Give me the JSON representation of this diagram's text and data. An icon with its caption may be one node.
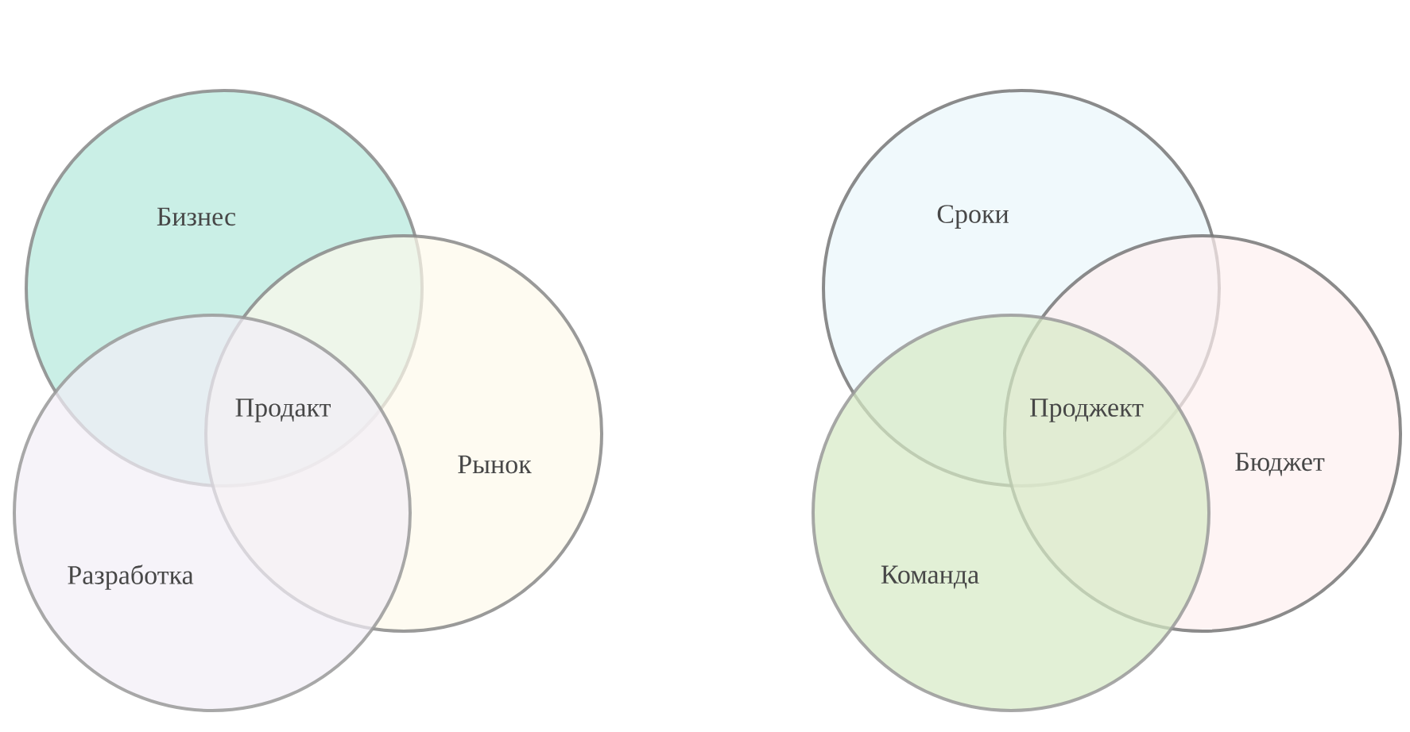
{
  "diagram": {
    "nodes": [
      {
        "text": [
          "Бизнес"
        ]
      },
      {
        "text": [
          "Рынок"
        ]
      },
      {
        "text": [
          "Разработка"
        ]
      },
      {
        "text": [
          "Сроки"
        ]
      },
      {
        "text": [
          "Бюджет"
        ]
      },
      {
        "text": [
          "Команда"
        ]
      }
    ],
    "labels": [
      "Продакт",
      "Проджект"
    ]
  }
}
